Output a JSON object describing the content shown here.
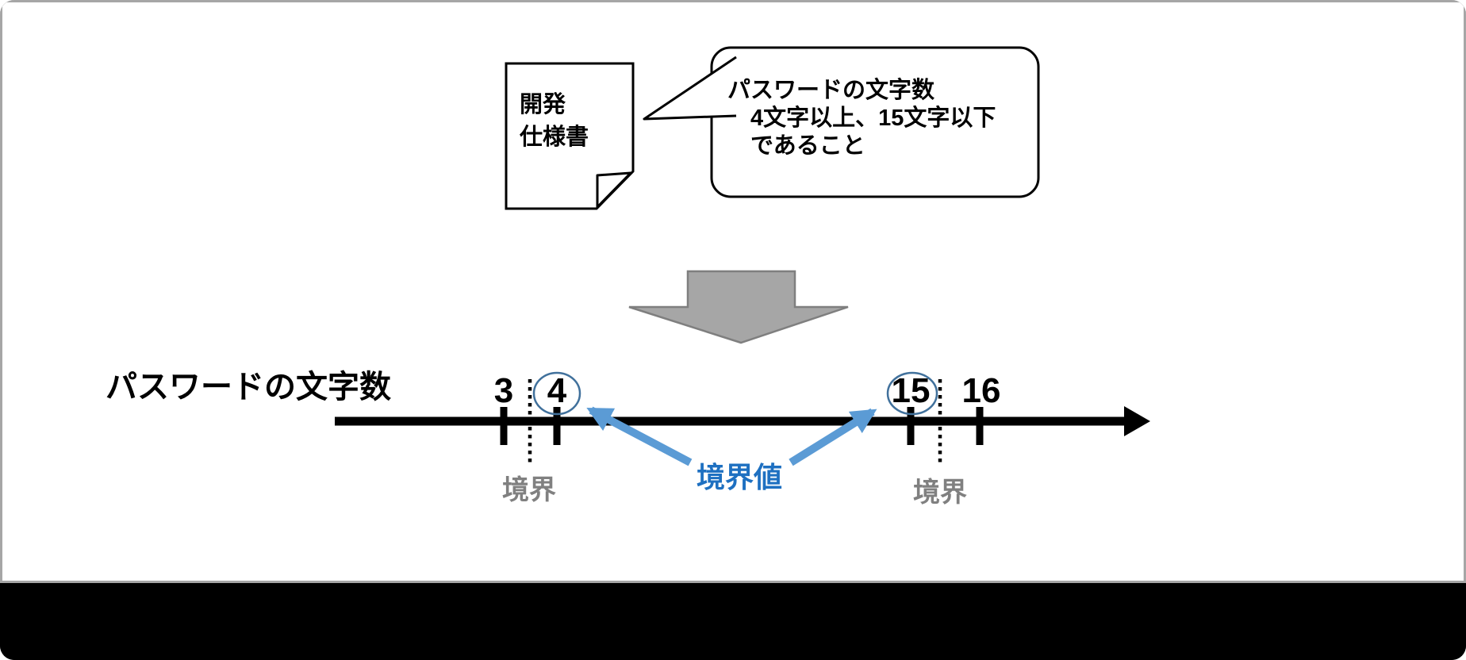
{
  "document": {
    "label": "開発\n仕様書"
  },
  "speech_bubble": {
    "text": "パスワードの文字数\n　4文字以上、15文字以下\n　であること"
  },
  "axis": {
    "title": "パスワードの文字数",
    "ticks": [
      {
        "label": "3",
        "circled": false
      },
      {
        "label": "4",
        "circled": true
      },
      {
        "label": "15",
        "circled": true
      },
      {
        "label": "16",
        "circled": false
      }
    ]
  },
  "annotations": {
    "boundary_value_label": "境界値",
    "boundary_label_left": "境界",
    "boundary_label_right": "境界"
  },
  "colors": {
    "arrow_blue": "#5b9bd5",
    "boundary_value_text_blue": "#1e70c1",
    "circle_stroke_blue": "#41719c",
    "boundary_text_gray": "#808080",
    "big_arrow_fill_gray": "#a6a6a6",
    "big_arrow_stroke_gray": "#7f7f7f",
    "line_black": "#000000",
    "slide_border_gray": "#a6a6a6"
  }
}
